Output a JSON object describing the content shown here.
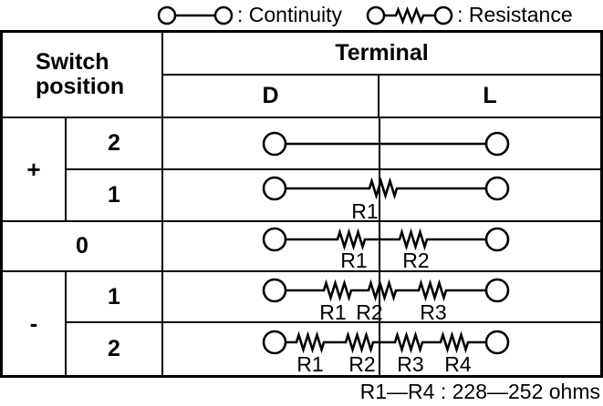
{
  "legend": {
    "continuity_label": ": Continuity",
    "resistance_label": ": Resistance"
  },
  "table": {
    "row_header": "Switch position",
    "terminal_header": "Terminal",
    "col_d": "D",
    "col_l": "L",
    "plus_sign": "+",
    "plus_positions": [
      "2",
      "1"
    ],
    "zero_position": "0",
    "minus_sign": "-",
    "minus_positions": [
      "1",
      "2"
    ],
    "circuits": [
      {
        "row": "+2",
        "type": "continuity",
        "resistors": []
      },
      {
        "row": "+1",
        "type": "resistance",
        "resistors": [
          "R1"
        ]
      },
      {
        "row": "0",
        "type": "resistance",
        "resistors": [
          "R1",
          "R2"
        ]
      },
      {
        "row": "-1",
        "type": "resistance",
        "resistors": [
          "R1",
          "R2",
          "R3"
        ]
      },
      {
        "row": "-2",
        "type": "resistance",
        "resistors": [
          "R1",
          "R2",
          "R3",
          "R4"
        ]
      }
    ]
  },
  "footnote": "R1—R4 : 228—252 ohms",
  "colors": {
    "ink": "#000000",
    "background": "#ffffff"
  }
}
